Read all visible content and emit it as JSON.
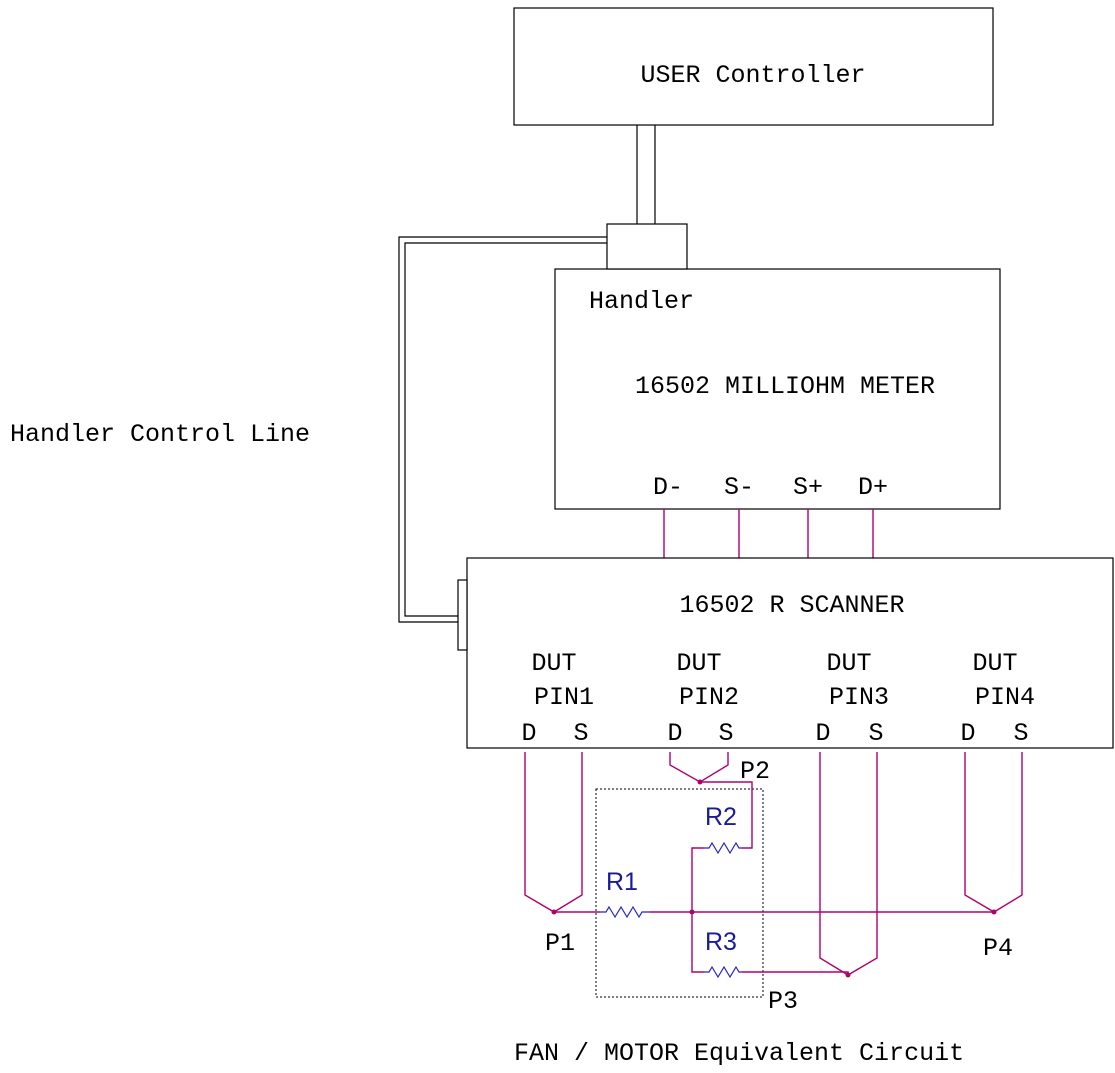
{
  "controller": {
    "label": "USER Controller"
  },
  "handler_control": {
    "label": "Handler Control Line"
  },
  "meter": {
    "handler_label": "Handler",
    "title": "16502 MILLIOHM METER",
    "terminals": [
      "D-",
      "S-",
      "S+",
      "D+"
    ]
  },
  "scanner": {
    "title": "16502 R SCANNER",
    "pins": [
      {
        "line1": "DUT",
        "line2": "PIN1",
        "d": "D",
        "s": "S"
      },
      {
        "line1": "DUT",
        "line2": "PIN2",
        "d": "D",
        "s": "S"
      },
      {
        "line1": "DUT",
        "line2": "PIN3",
        "d": "D",
        "s": "S"
      },
      {
        "line1": "DUT",
        "line2": "PIN4",
        "d": "D",
        "s": "S"
      }
    ]
  },
  "circuit": {
    "title": "FAN / MOTOR Equivalent Circuit",
    "resistors": [
      "R1",
      "R2",
      "R3"
    ],
    "points": [
      "P1",
      "P2",
      "P3",
      "P4"
    ]
  }
}
